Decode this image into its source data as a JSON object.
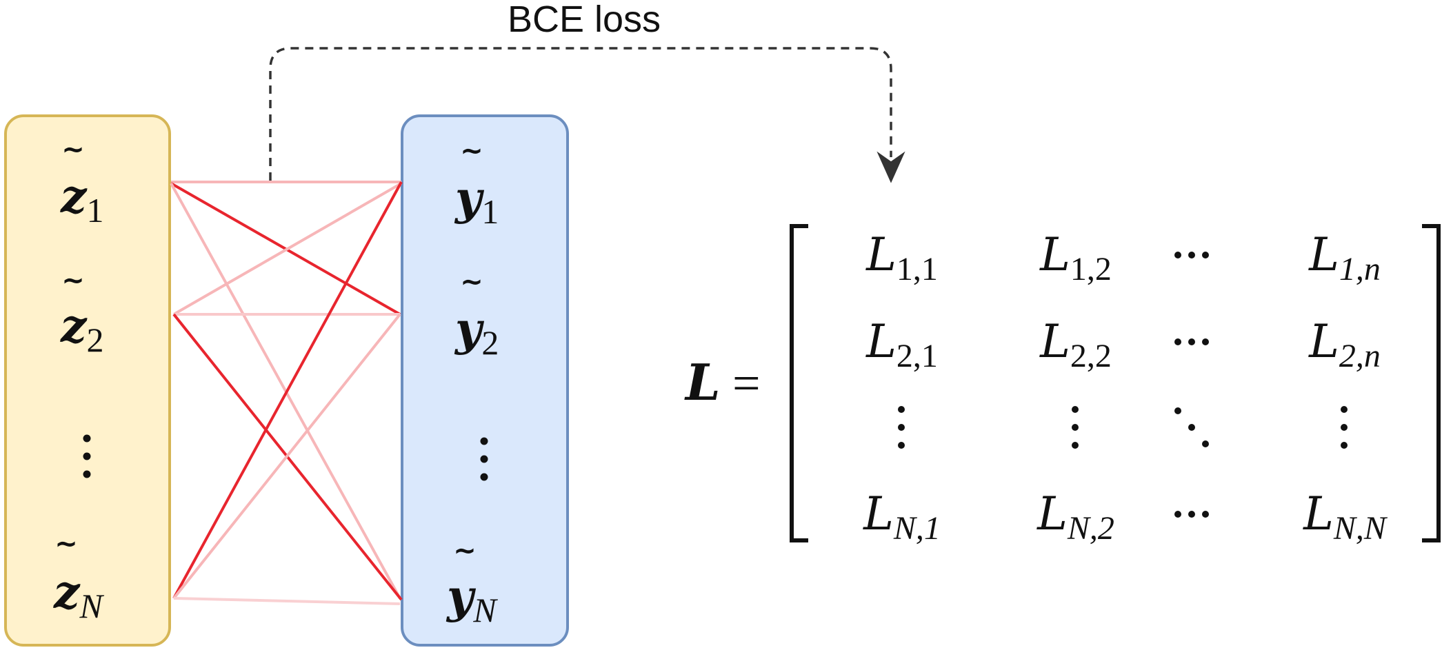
{
  "caption": "BCE loss",
  "colors": {
    "left_box_fill": "#FFF2CC",
    "left_box_stroke": "#D6B656",
    "right_box_fill": "#DAE8FC",
    "right_box_stroke": "#6C8EBF",
    "strong_link": "#E8252E",
    "faint_link": "#F7B6B8",
    "arrow": "#333333"
  },
  "left_column": {
    "items": [
      {
        "base": "z",
        "sub": "1"
      },
      {
        "base": "z",
        "sub": "2"
      },
      {
        "base": "z",
        "sub": "N"
      }
    ]
  },
  "right_column": {
    "items": [
      {
        "base": "y",
        "sub": "1"
      },
      {
        "base": "y",
        "sub": "2"
      },
      {
        "base": "y",
        "sub": "N"
      }
    ]
  },
  "tilde": "~",
  "matrix": {
    "lhs": "L",
    "equals": "=",
    "base": "L",
    "rows": [
      [
        {
          "sub": "1,1"
        },
        {
          "sub": "1,2"
        },
        {
          "ellipsis": "h"
        },
        {
          "sub": "1,n"
        }
      ],
      [
        {
          "sub": "2,1"
        },
        {
          "sub": "2,2"
        },
        {
          "ellipsis": "h"
        },
        {
          "sub": "2,n"
        }
      ],
      [
        {
          "ellipsis": "v"
        },
        {
          "ellipsis": "v"
        },
        {
          "ellipsis": "d"
        },
        {
          "ellipsis": "v"
        }
      ],
      [
        {
          "sub": "N,1"
        },
        {
          "sub": "N,2"
        },
        {
          "ellipsis": "h"
        },
        {
          "sub": "N,N"
        }
      ]
    ]
  }
}
